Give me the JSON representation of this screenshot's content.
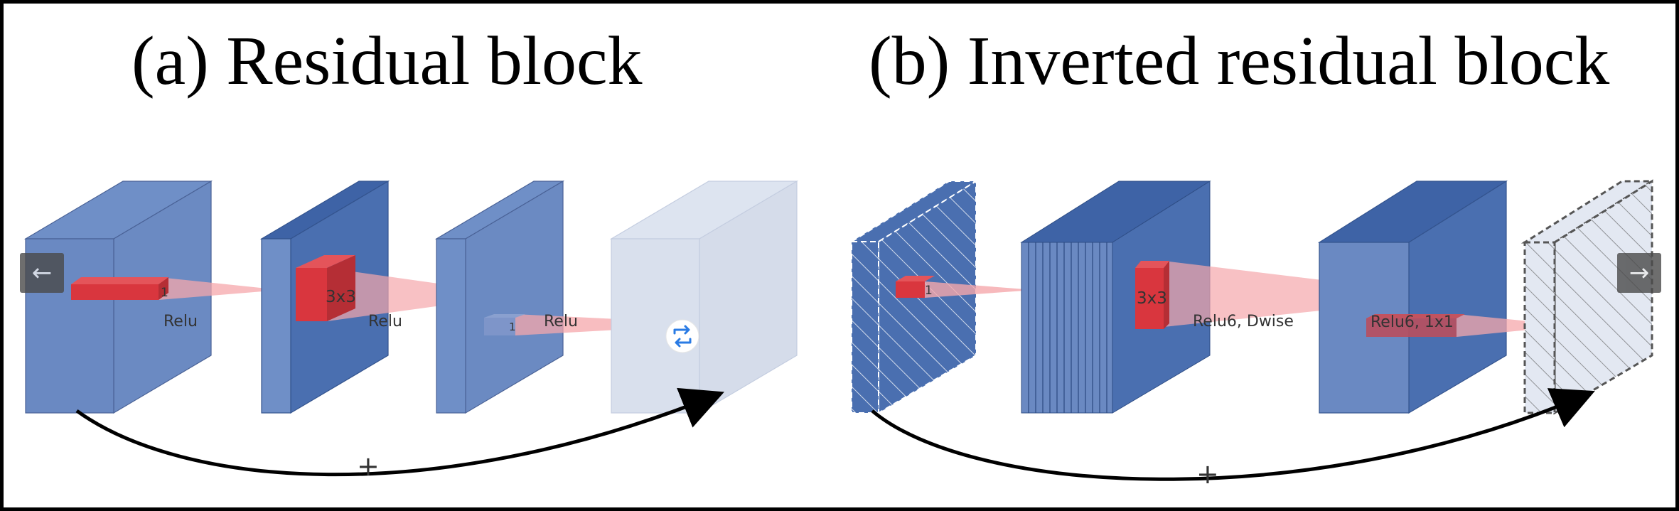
{
  "titles": {
    "a": "(a) Residual block",
    "b": "(b) Inverted residual block"
  },
  "labels": {
    "a_conv1_kernel": "1",
    "a_conv2_kernel": "3x3",
    "a_conv3_kernel": "1",
    "a_act1": "Relu",
    "a_act2": "Relu",
    "a_act3": "Relu",
    "a_add": "+",
    "b_conv1_kernel": "1",
    "b_conv2_kernel": "3x3",
    "b_act2": "Relu6, Dwise",
    "b_act3": "Relu6, 1x1",
    "b_add": "+"
  },
  "icons": {
    "prev": "←",
    "next": "→",
    "swap": "repeat-icon"
  },
  "colors": {
    "block": "#6b8bc4",
    "block_dark": "#4a6fb0",
    "block_light": "#d8e0ee",
    "kernel": "#d9363e",
    "cone": "#f5a7ab",
    "accent_icon": "#2a7be4"
  }
}
